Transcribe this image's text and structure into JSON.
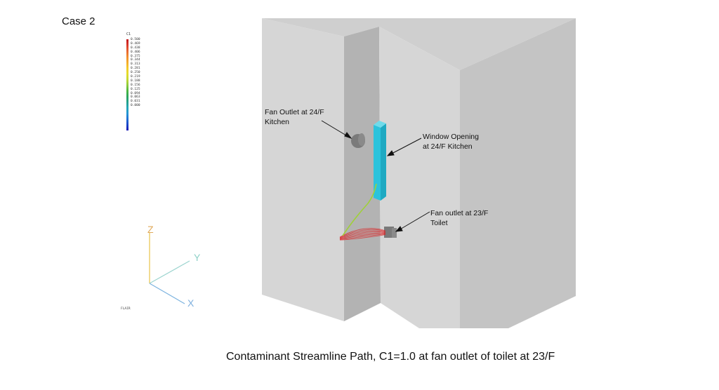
{
  "case_label": "Case 2",
  "caption": "Contaminant  Streamline Path, C1=1.0 at fan outlet of toilet at 23/F",
  "legend": {
    "title": "C1",
    "values": [
      "0.500",
      "0.469",
      "0.438",
      "0.406",
      "0.375",
      "0.344",
      "0.313",
      "0.281",
      "0.250",
      "0.219",
      "0.188",
      "0.156",
      "0.125",
      "0.094",
      "0.063",
      "0.031",
      "0.000"
    ],
    "colors": [
      "#c4161c",
      "#d8372a",
      "#e8622f",
      "#f08a2e",
      "#f5aa2a",
      "#f3c92a",
      "#e5dc2a",
      "#c6d932",
      "#8fcb3a",
      "#4db83f",
      "#2aa65a",
      "#23a08a",
      "#22a6b7",
      "#2496d4",
      "#1f6fd4",
      "#1a45c8",
      "#1616b4"
    ]
  },
  "annotations": {
    "fan_outlet_24": [
      "Fan Outlet at 24/F",
      "Kitchen"
    ],
    "window_opening": [
      "Window Opening",
      "at 24/F Kitchen"
    ],
    "fan_outlet_23": [
      "Fan outlet at 23/F",
      "Toilet"
    ]
  },
  "axes": {
    "z": "Z",
    "y": "Y",
    "x": "X",
    "footer": "FLAIR"
  },
  "colors": {
    "wall_front": "#d6d6d6",
    "wall_top": "#cfcfcf",
    "wall_recess": "#b3b3b3",
    "wall_side": "#c4c4c4",
    "window": "#2cc3dc",
    "fan": "#8a8a8a",
    "streamline_hot": "#d8282a",
    "streamline_mid": "#9fd03a"
  }
}
